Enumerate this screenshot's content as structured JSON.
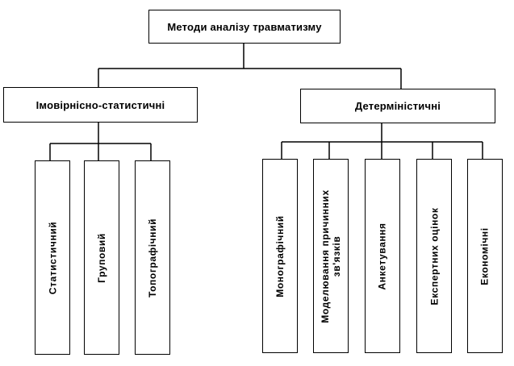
{
  "root": {
    "label": "Методи аналізу травматизму"
  },
  "categories": [
    {
      "label": "Імовірнісно-статистичні",
      "methods": [
        {
          "label": "Статистичний"
        },
        {
          "label": "Груповий"
        },
        {
          "label": "Топографічний"
        }
      ]
    },
    {
      "label": "Детерміністичні",
      "methods": [
        {
          "label": "Монографічний"
        },
        {
          "label": "Моделювання причинних зв'язків",
          "line1": "Моделювання причинних",
          "line2": "зв'язків"
        },
        {
          "label": "Анкетування"
        },
        {
          "label": "Експертних оцінок"
        },
        {
          "label": "Економічні"
        }
      ]
    }
  ]
}
